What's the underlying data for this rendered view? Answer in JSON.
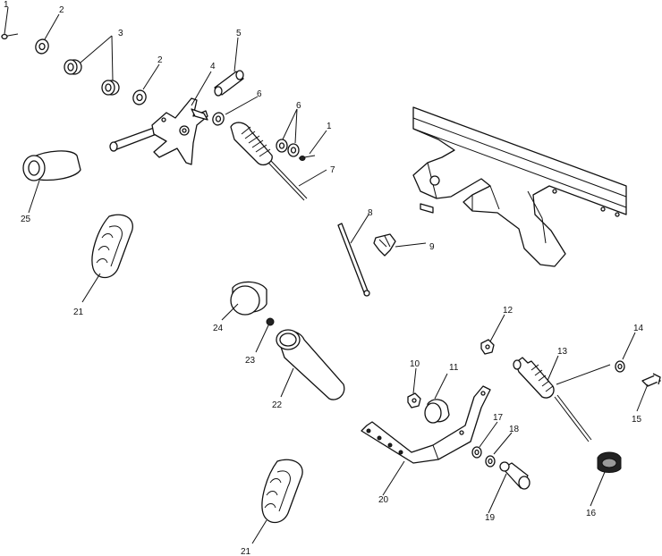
{
  "callouts": [
    {
      "id": "c1a",
      "label": "1"
    },
    {
      "id": "c2a",
      "label": "2"
    },
    {
      "id": "c3",
      "label": "3"
    },
    {
      "id": "c2b",
      "label": "2"
    },
    {
      "id": "c4",
      "label": "4"
    },
    {
      "id": "c5",
      "label": "5"
    },
    {
      "id": "c6a",
      "label": "6"
    },
    {
      "id": "c6b",
      "label": "6"
    },
    {
      "id": "c1b",
      "label": "1"
    },
    {
      "id": "c7",
      "label": "7"
    },
    {
      "id": "c8",
      "label": "8"
    },
    {
      "id": "c9",
      "label": "9"
    },
    {
      "id": "c25",
      "label": "25"
    },
    {
      "id": "c21a",
      "label": "21"
    },
    {
      "id": "c24",
      "label": "24"
    },
    {
      "id": "c23",
      "label": "23"
    },
    {
      "id": "c22",
      "label": "22"
    },
    {
      "id": "c12",
      "label": "12"
    },
    {
      "id": "c10",
      "label": "10"
    },
    {
      "id": "c11",
      "label": "11"
    },
    {
      "id": "c14",
      "label": "14"
    },
    {
      "id": "c13",
      "label": "13"
    },
    {
      "id": "c15",
      "label": "15"
    },
    {
      "id": "c17",
      "label": "17"
    },
    {
      "id": "c18",
      "label": "18"
    },
    {
      "id": "c20",
      "label": "20"
    },
    {
      "id": "c19",
      "label": "19"
    },
    {
      "id": "c16",
      "label": "16"
    },
    {
      "id": "c21b",
      "label": "21"
    }
  ]
}
